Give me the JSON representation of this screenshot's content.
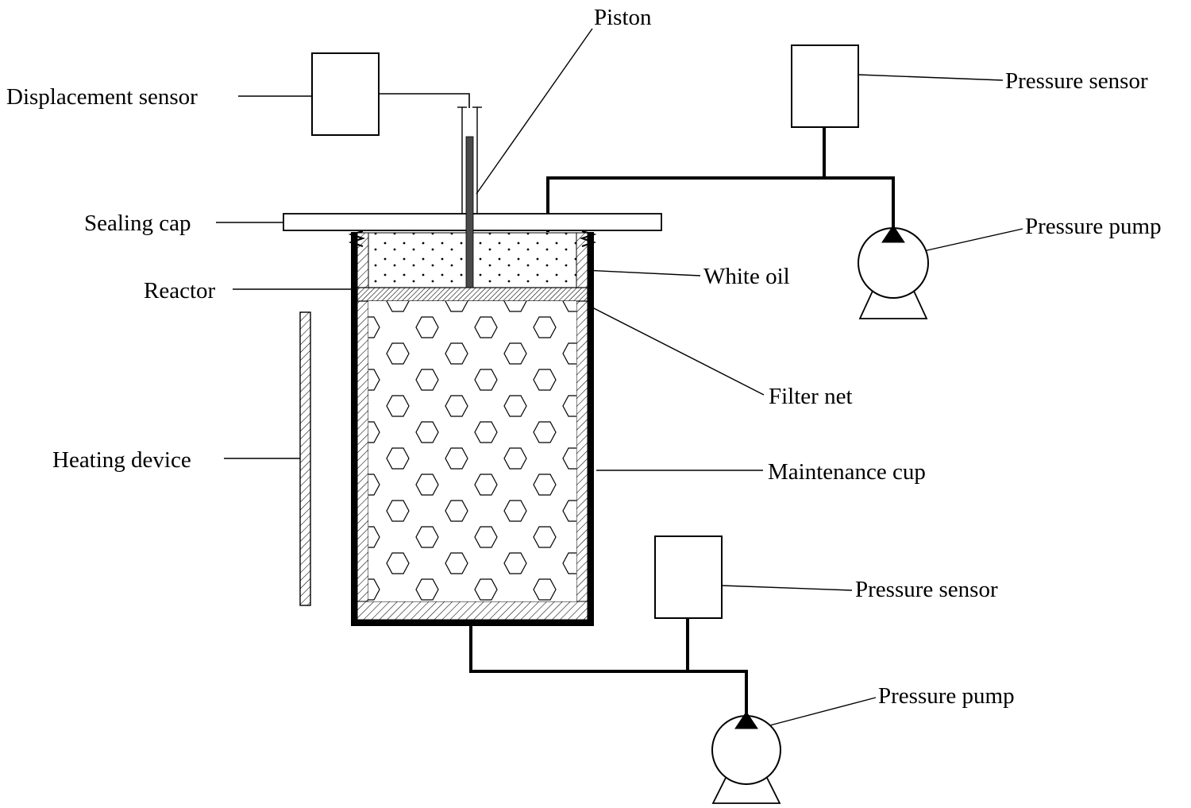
{
  "diagram": {
    "labels": {
      "piston": "Piston",
      "displacement_sensor": "Displacement sensor",
      "pressure_sensor_top": "Pressure sensor",
      "pressure_pump_top": "Pressure pump",
      "sealing_cap": "Sealing cap",
      "white_oil": "White oil",
      "reactor": "Reactor",
      "filter_net": "Filter net",
      "heating_device": "Heating device",
      "maintenance_cup": "Maintenance cup",
      "pressure_sensor_bottom": "Pressure sensor",
      "pressure_pump_bottom": "Pressure pump"
    },
    "colors": {
      "line": "#000000",
      "fill": "#ffffff",
      "piston_rod": "#4a4a4a"
    }
  }
}
